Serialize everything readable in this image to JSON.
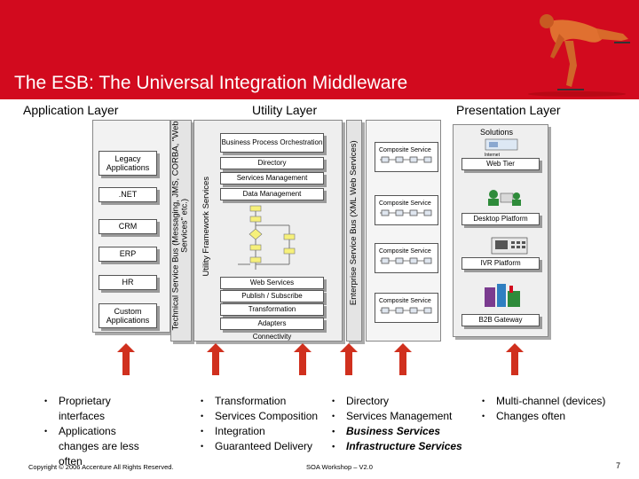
{
  "slide": {
    "title": "The ESB: The Universal Integration Middleware",
    "page_number": "7",
    "copyright": "Copyright © 2006 Accenture All Rights Reserved.",
    "footer_center": "SOA Workshop – V2.0"
  },
  "layers": {
    "application": "Application Layer",
    "utility": "Utility Layer",
    "presentation": "Presentation Layer"
  },
  "application_boxes": [
    "Legacy Applications",
    ".NET",
    "CRM",
    "ERP",
    "HR",
    "Custom Applications"
  ],
  "technical_bus": "Technical Service Bus (Messaging, JMS, CORBA, \"Web Services\" etc.)",
  "utility_framework": "Utility Framework Services",
  "utility_items": {
    "bpo": "Business Process Orchestration",
    "directory": "Directory",
    "services_mgmt": "Services Management",
    "data_mgmt": "Data Management",
    "web_services": "Web Services",
    "publish": "Publish / Subscribe",
    "transformation": "Transformation",
    "adapters": "Adapters",
    "connectivity": "Connectivity"
  },
  "enterprise_bus": "Enterprise Service Bus (XML Web Services)",
  "composite_service": "Composite Service",
  "presentation": {
    "solutions": "Solutions",
    "internet": "Internet",
    "web_tier": "Web Tier",
    "desktop": "Desktop Platform",
    "ivr": "IVR Platform",
    "b2b": "B2B Gateway"
  },
  "bullets": {
    "application": [
      "Proprietary interfaces",
      "Applications changes are less often"
    ],
    "utility": [
      "Transformation",
      "Services Composition",
      "Integration",
      "Guaranteed Delivery"
    ],
    "services": [
      "Directory",
      "Services Management",
      "Business Services",
      "Infrastructure Services"
    ],
    "presentation": [
      "Multi-channel (devices)",
      "Changes often"
    ]
  },
  "colors": {
    "header_red": "#d20a1e",
    "arrow_red": "#d0301e"
  }
}
